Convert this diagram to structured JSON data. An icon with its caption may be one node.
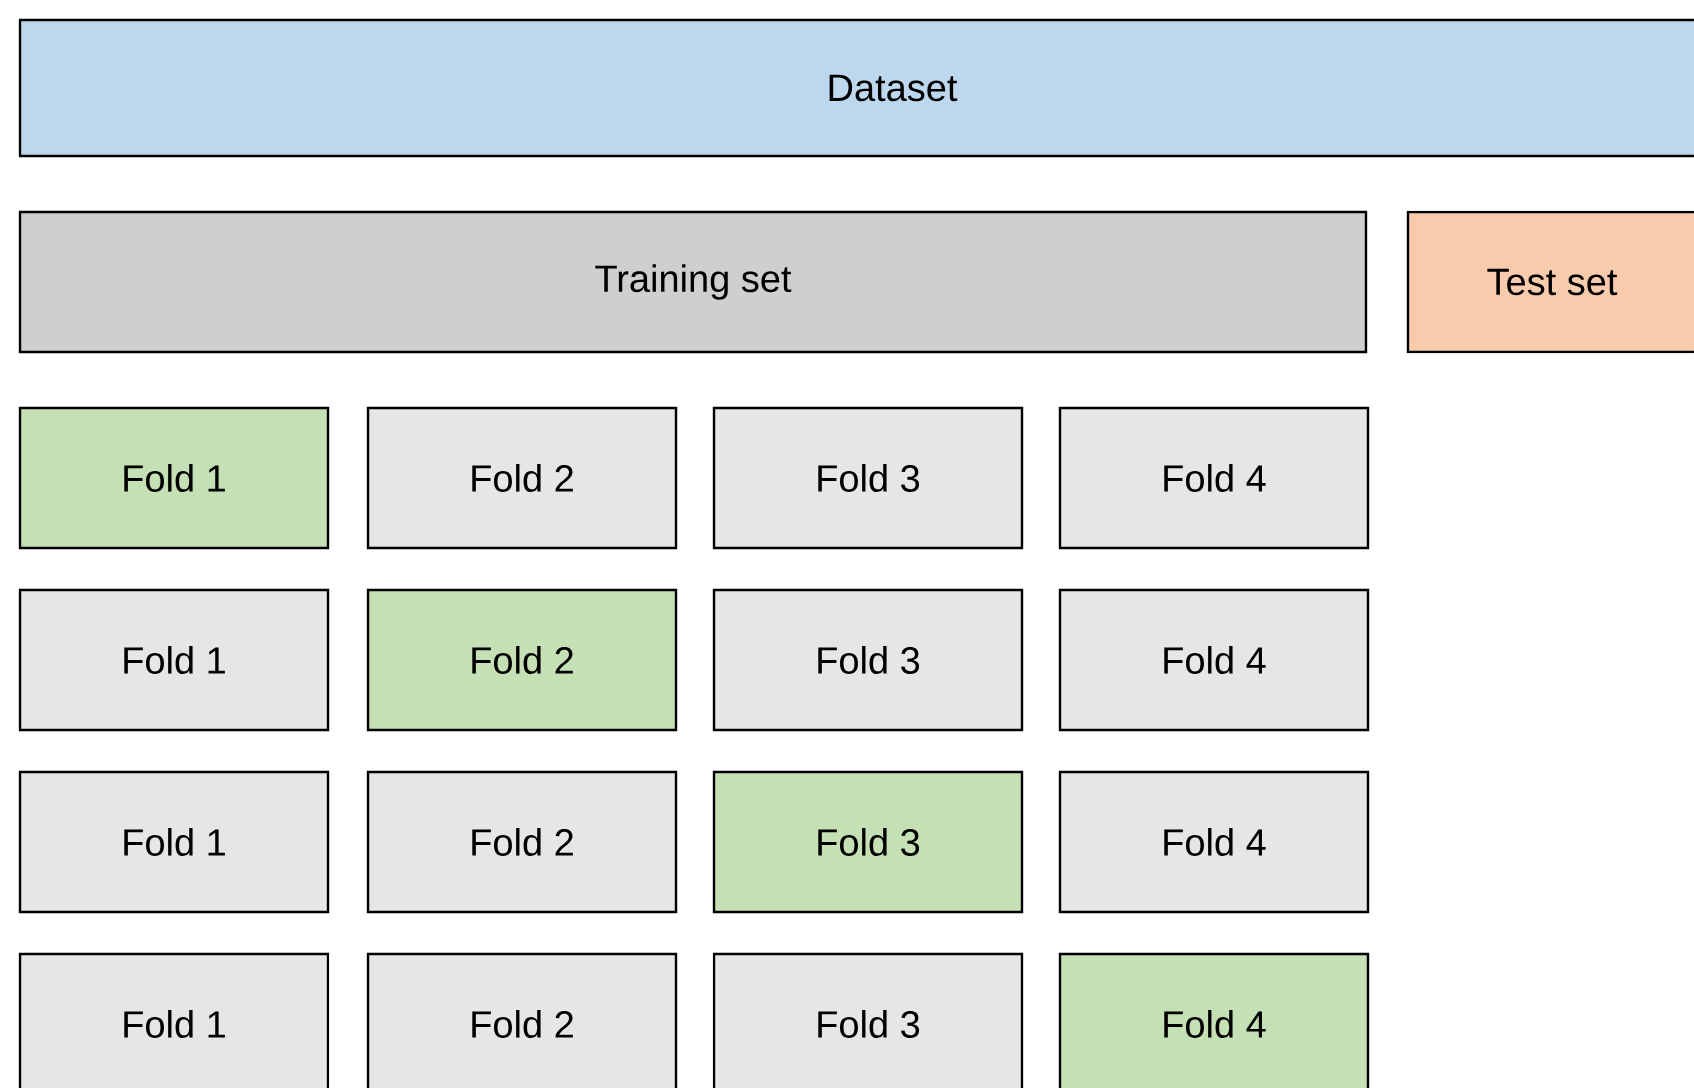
{
  "diagram": {
    "nodes": [
      {
        "text": [
          "Dataset"
        ]
      },
      {
        "text": [
          "Training set"
        ]
      },
      {
        "text": [
          "Test set"
        ]
      },
      {
        "text": [
          "Fold 1"
        ]
      },
      {
        "text": [
          "Fold 2"
        ]
      },
      {
        "text": [
          "Fold 3"
        ]
      },
      {
        "text": [
          "Fold 4"
        ]
      },
      {
        "text": [
          "Fold 1"
        ]
      },
      {
        "text": [
          "Fold 2"
        ]
      },
      {
        "text": [
          "Fold 3"
        ]
      },
      {
        "text": [
          "Fold 4"
        ]
      },
      {
        "text": [
          "Fold 1"
        ]
      },
      {
        "text": [
          "Fold 2"
        ]
      },
      {
        "text": [
          "Fold 3"
        ]
      },
      {
        "text": [
          "Fold 4"
        ]
      },
      {
        "text": [
          "Fold 1"
        ]
      },
      {
        "text": [
          "Fold 2"
        ]
      },
      {
        "text": [
          "Fold 3"
        ]
      },
      {
        "text": [
          "Fold 4"
        ]
      }
    ]
  }
}
